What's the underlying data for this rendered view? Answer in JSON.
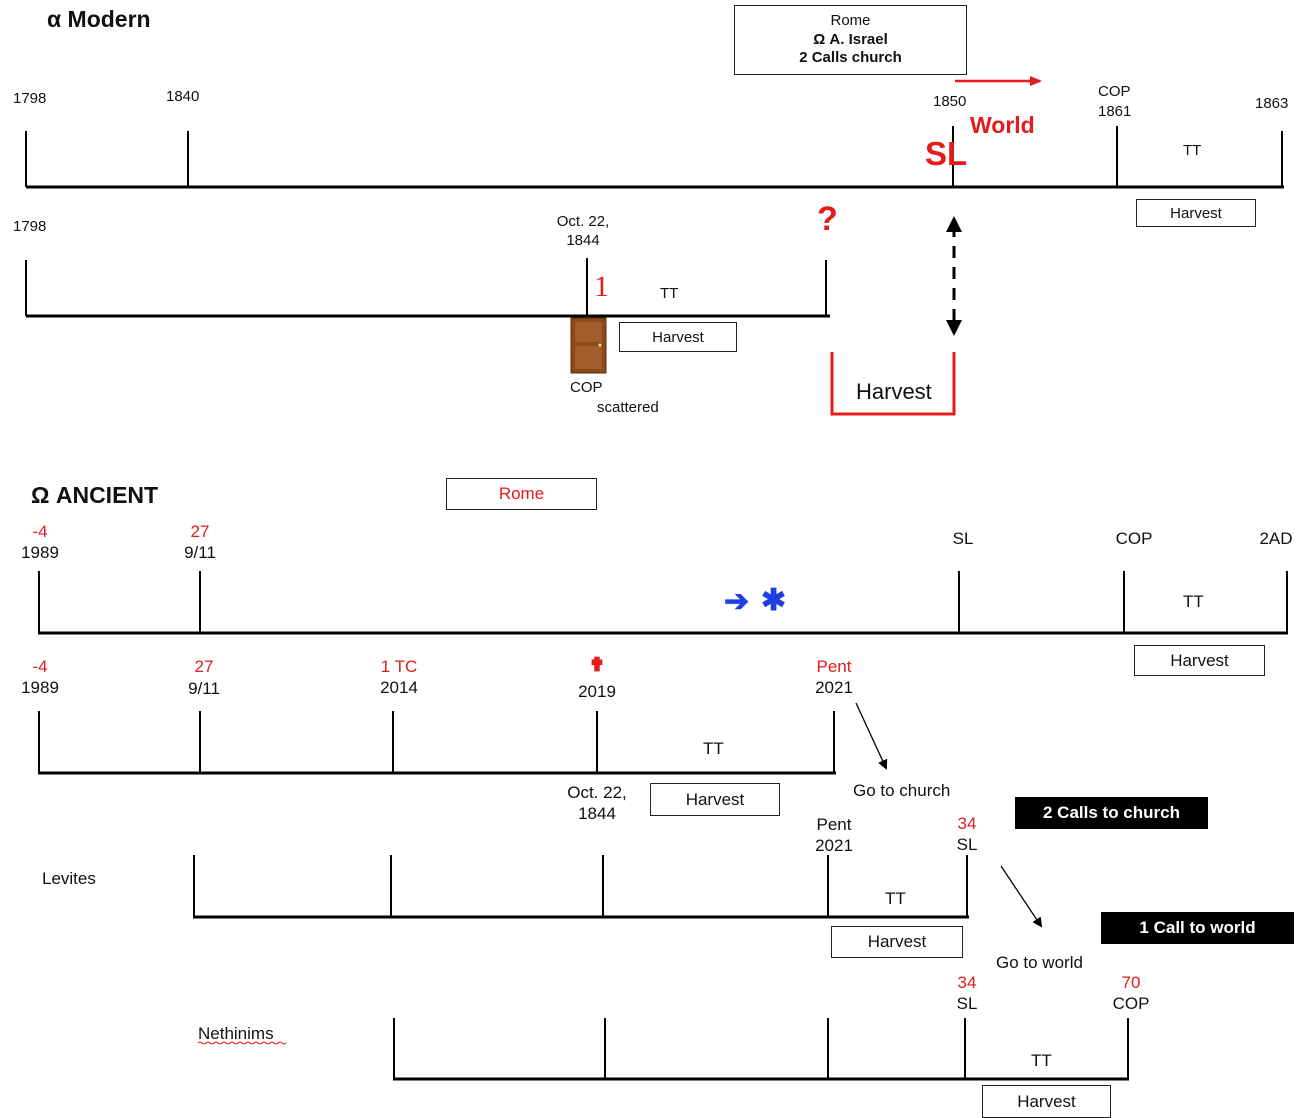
{
  "modern": {
    "title": "Modern",
    "title_symbol": "α",
    "rome_box": {
      "line1": "Rome",
      "line2": "Ω  A. Israel",
      "line3": "2 Calls church"
    },
    "top": {
      "labels": {
        "d1798": "1798",
        "d1840": "1840",
        "d1850": "1850",
        "cop": "COP",
        "d1861": "1861",
        "d1863": "1863",
        "world": "World",
        "sl": "SL",
        "tt": "TT",
        "harvest": "Harvest"
      }
    },
    "bottom": {
      "labels": {
        "d1798": "1798",
        "oct": "Oct. 22,",
        "y1844": "1844",
        "question": "?",
        "one": "1",
        "tt": "TT",
        "harvest": "Harvest",
        "cop": "COP",
        "scattered": "scattered",
        "red_harvest": "Harvest"
      }
    }
  },
  "ancient": {
    "title": "ANCIENT",
    "title_symbol": "Ω",
    "rome_box": "Rome",
    "line1": {
      "labels": {
        "neg4": "-4",
        "y1989": "1989",
        "n27": "27",
        "d911": "9/11",
        "sl": "SL",
        "cop": "COP",
        "ad2": "2AD",
        "tt": "TT",
        "harvest": "Harvest",
        "arrow": "➔",
        "star": "✱"
      }
    },
    "line2": {
      "labels": {
        "neg4": "-4",
        "y1989": "1989",
        "n27": "27",
        "d911": "9/11",
        "tc": "1 TC",
        "y2014": "2014",
        "cross": "✟",
        "y2019": "2019",
        "pent": "Pent",
        "y2021": "2021",
        "tt": "TT",
        "oct": "Oct. 22,",
        "y1844": "1844",
        "harvest": "Harvest",
        "go_church": "Go to church",
        "calls_church": "2 Calls to church"
      }
    },
    "levites": {
      "label": "Levites",
      "labels": {
        "pent": "Pent",
        "y2021": "2021",
        "n34": "34",
        "sl": "SL",
        "tt": "TT",
        "harvest": "Harvest",
        "go_world": "Go to world",
        "call_world": "1 Call to world"
      }
    },
    "nethinims": {
      "label": "Nethinims",
      "labels": {
        "n34": "34",
        "sl": "SL",
        "n70": "70",
        "cop": "COP",
        "tt": "TT",
        "harvest": "Harvest"
      }
    }
  },
  "colors": {
    "accent_red": "#e31b1b",
    "arrow_blue": "#1f3fe0",
    "black": "#000000"
  }
}
